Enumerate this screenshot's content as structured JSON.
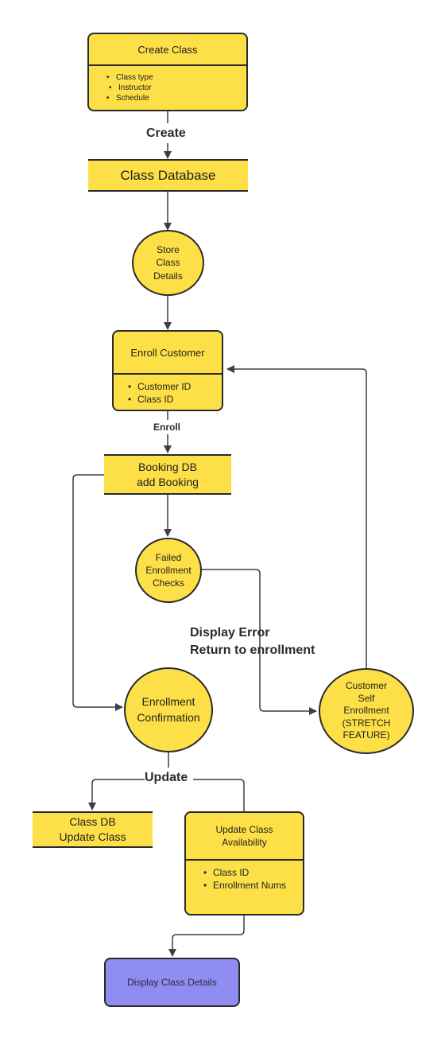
{
  "create_class": {
    "title": "Create Class",
    "items": [
      "Class type",
      "Instructor",
      "Schedule"
    ]
  },
  "create_label": "Create",
  "class_database": "Class Database",
  "store_class_details": [
    "Store",
    "Class",
    "Details"
  ],
  "enroll_customer": {
    "title": "Enroll Customer",
    "items": [
      "Customer ID",
      "Class ID"
    ]
  },
  "enroll_label": "Enroll",
  "booking_db": [
    "Booking DB",
    "add Booking"
  ],
  "failed_checks": [
    "Failed",
    "Enrollment",
    "Checks"
  ],
  "display_error": [
    "Display Error",
    "Return to enrollment"
  ],
  "enrollment_confirmation": [
    "Enrollment",
    "Confirmation"
  ],
  "customer_self_enrollment": [
    "Customer",
    "Self",
    "Enrollment",
    "(STRETCH",
    "FEATURE)"
  ],
  "update_label": "Update",
  "class_db_update": [
    "Class DB",
    "Update Class"
  ],
  "update_availability": {
    "title_lines": [
      "Update Class",
      "Availability"
    ],
    "items": [
      "Class ID",
      "Enrollment Nums"
    ]
  },
  "display_class_details": "Display Class Details",
  "colors": {
    "node_fill": "#fde047",
    "final_fill": "#8f8cf2",
    "line": "#3a3f4a"
  }
}
